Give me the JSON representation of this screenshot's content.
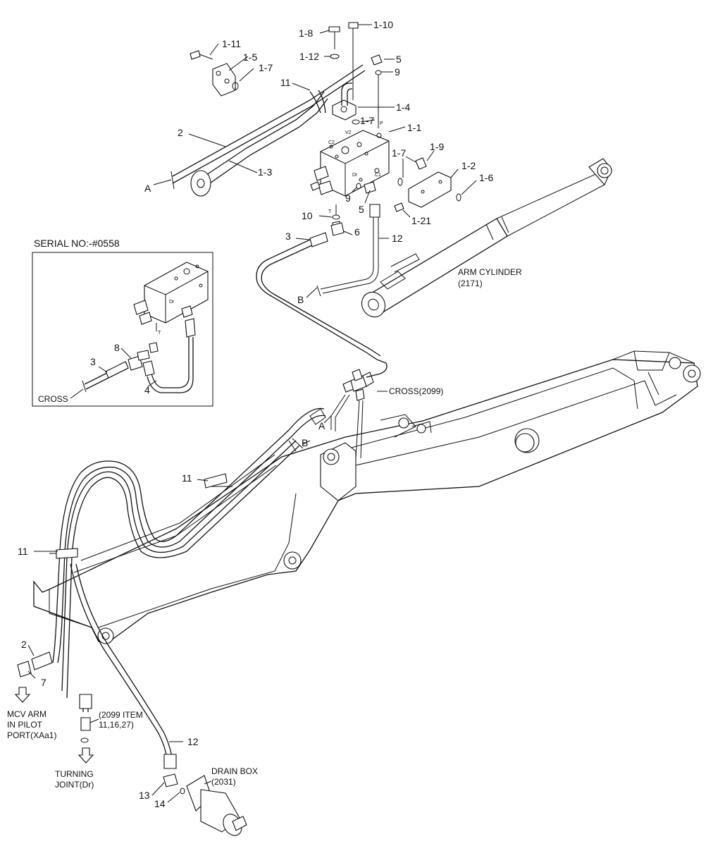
{
  "inset": {
    "title": "SERIAL NO:-#0558",
    "labels": {
      "n3": "3",
      "n8": "8",
      "n4": "4",
      "cross": "CROSS"
    },
    "port_labels": {
      "dr": "Dr",
      "t": "T"
    }
  },
  "valve_ports": {
    "c2": "C2",
    "v2": "V2",
    "p": "P",
    "dr": "Dr",
    "c1": "C1",
    "t": "T"
  },
  "callouts": {
    "n1_8": "1-8",
    "n1_10": "1-10",
    "n1_11": "1-11",
    "n1_12": "1-12",
    "n1_5": "1-5",
    "n5_top": "5",
    "n9_top": "9",
    "n1_7a": "1-7",
    "n11_top": "11",
    "n1_4": "1-4",
    "n1_7b": "1-7",
    "n1_1": "1-1",
    "n2_top": "2",
    "n1_9": "1-9",
    "n1_7c": "1-7",
    "n1_2": "1-2",
    "n1_6": "1-6",
    "n1_3": "1-3",
    "A_top": "A",
    "n9_mid": "9",
    "n5_mid": "5",
    "n1_21": "1-21",
    "n10": "10",
    "n6": "6",
    "n3": "3",
    "n12_top": "12",
    "B_top": "B",
    "arm_cyl_1": "ARM CYLINDER",
    "arm_cyl_2": "(2171)",
    "cross_2099": "CROSS(2099)",
    "A_boom": "A",
    "B_boom": "B",
    "n11_mid": "11",
    "n11_left": "11",
    "n2_bot": "2",
    "n7": "7",
    "mcv_1": "MCV ARM",
    "mcv_2": "IN PILOT",
    "mcv_3": "PORT(XAa1)",
    "item_1": "(2099 ITEM",
    "item_2": "11,16,27)",
    "n12_bot": "12",
    "turn_1": "TURNING",
    "turn_2": "JOINT(Dr)",
    "drain_1": "DRAIN BOX",
    "drain_2": "(2031)",
    "n13": "13",
    "n14": "14"
  }
}
